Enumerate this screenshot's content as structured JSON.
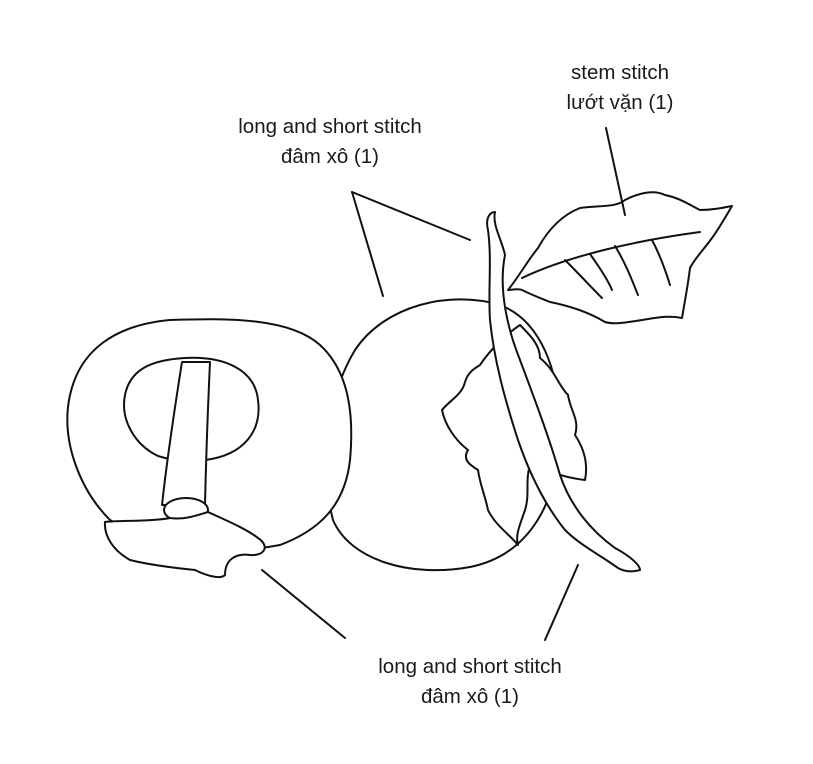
{
  "labels": {
    "top_center": {
      "line1": "long and short stitch",
      "line2": "đâm xô (1)"
    },
    "top_right": {
      "line1": "stem stitch",
      "line2": "lướt vặn (1)"
    },
    "bottom": {
      "line1": "long and short stitch",
      "line2": "đâm xô (1)"
    }
  },
  "colors": {
    "stroke": "#111111",
    "background": "#ffffff",
    "text": "#1a1a1a"
  }
}
